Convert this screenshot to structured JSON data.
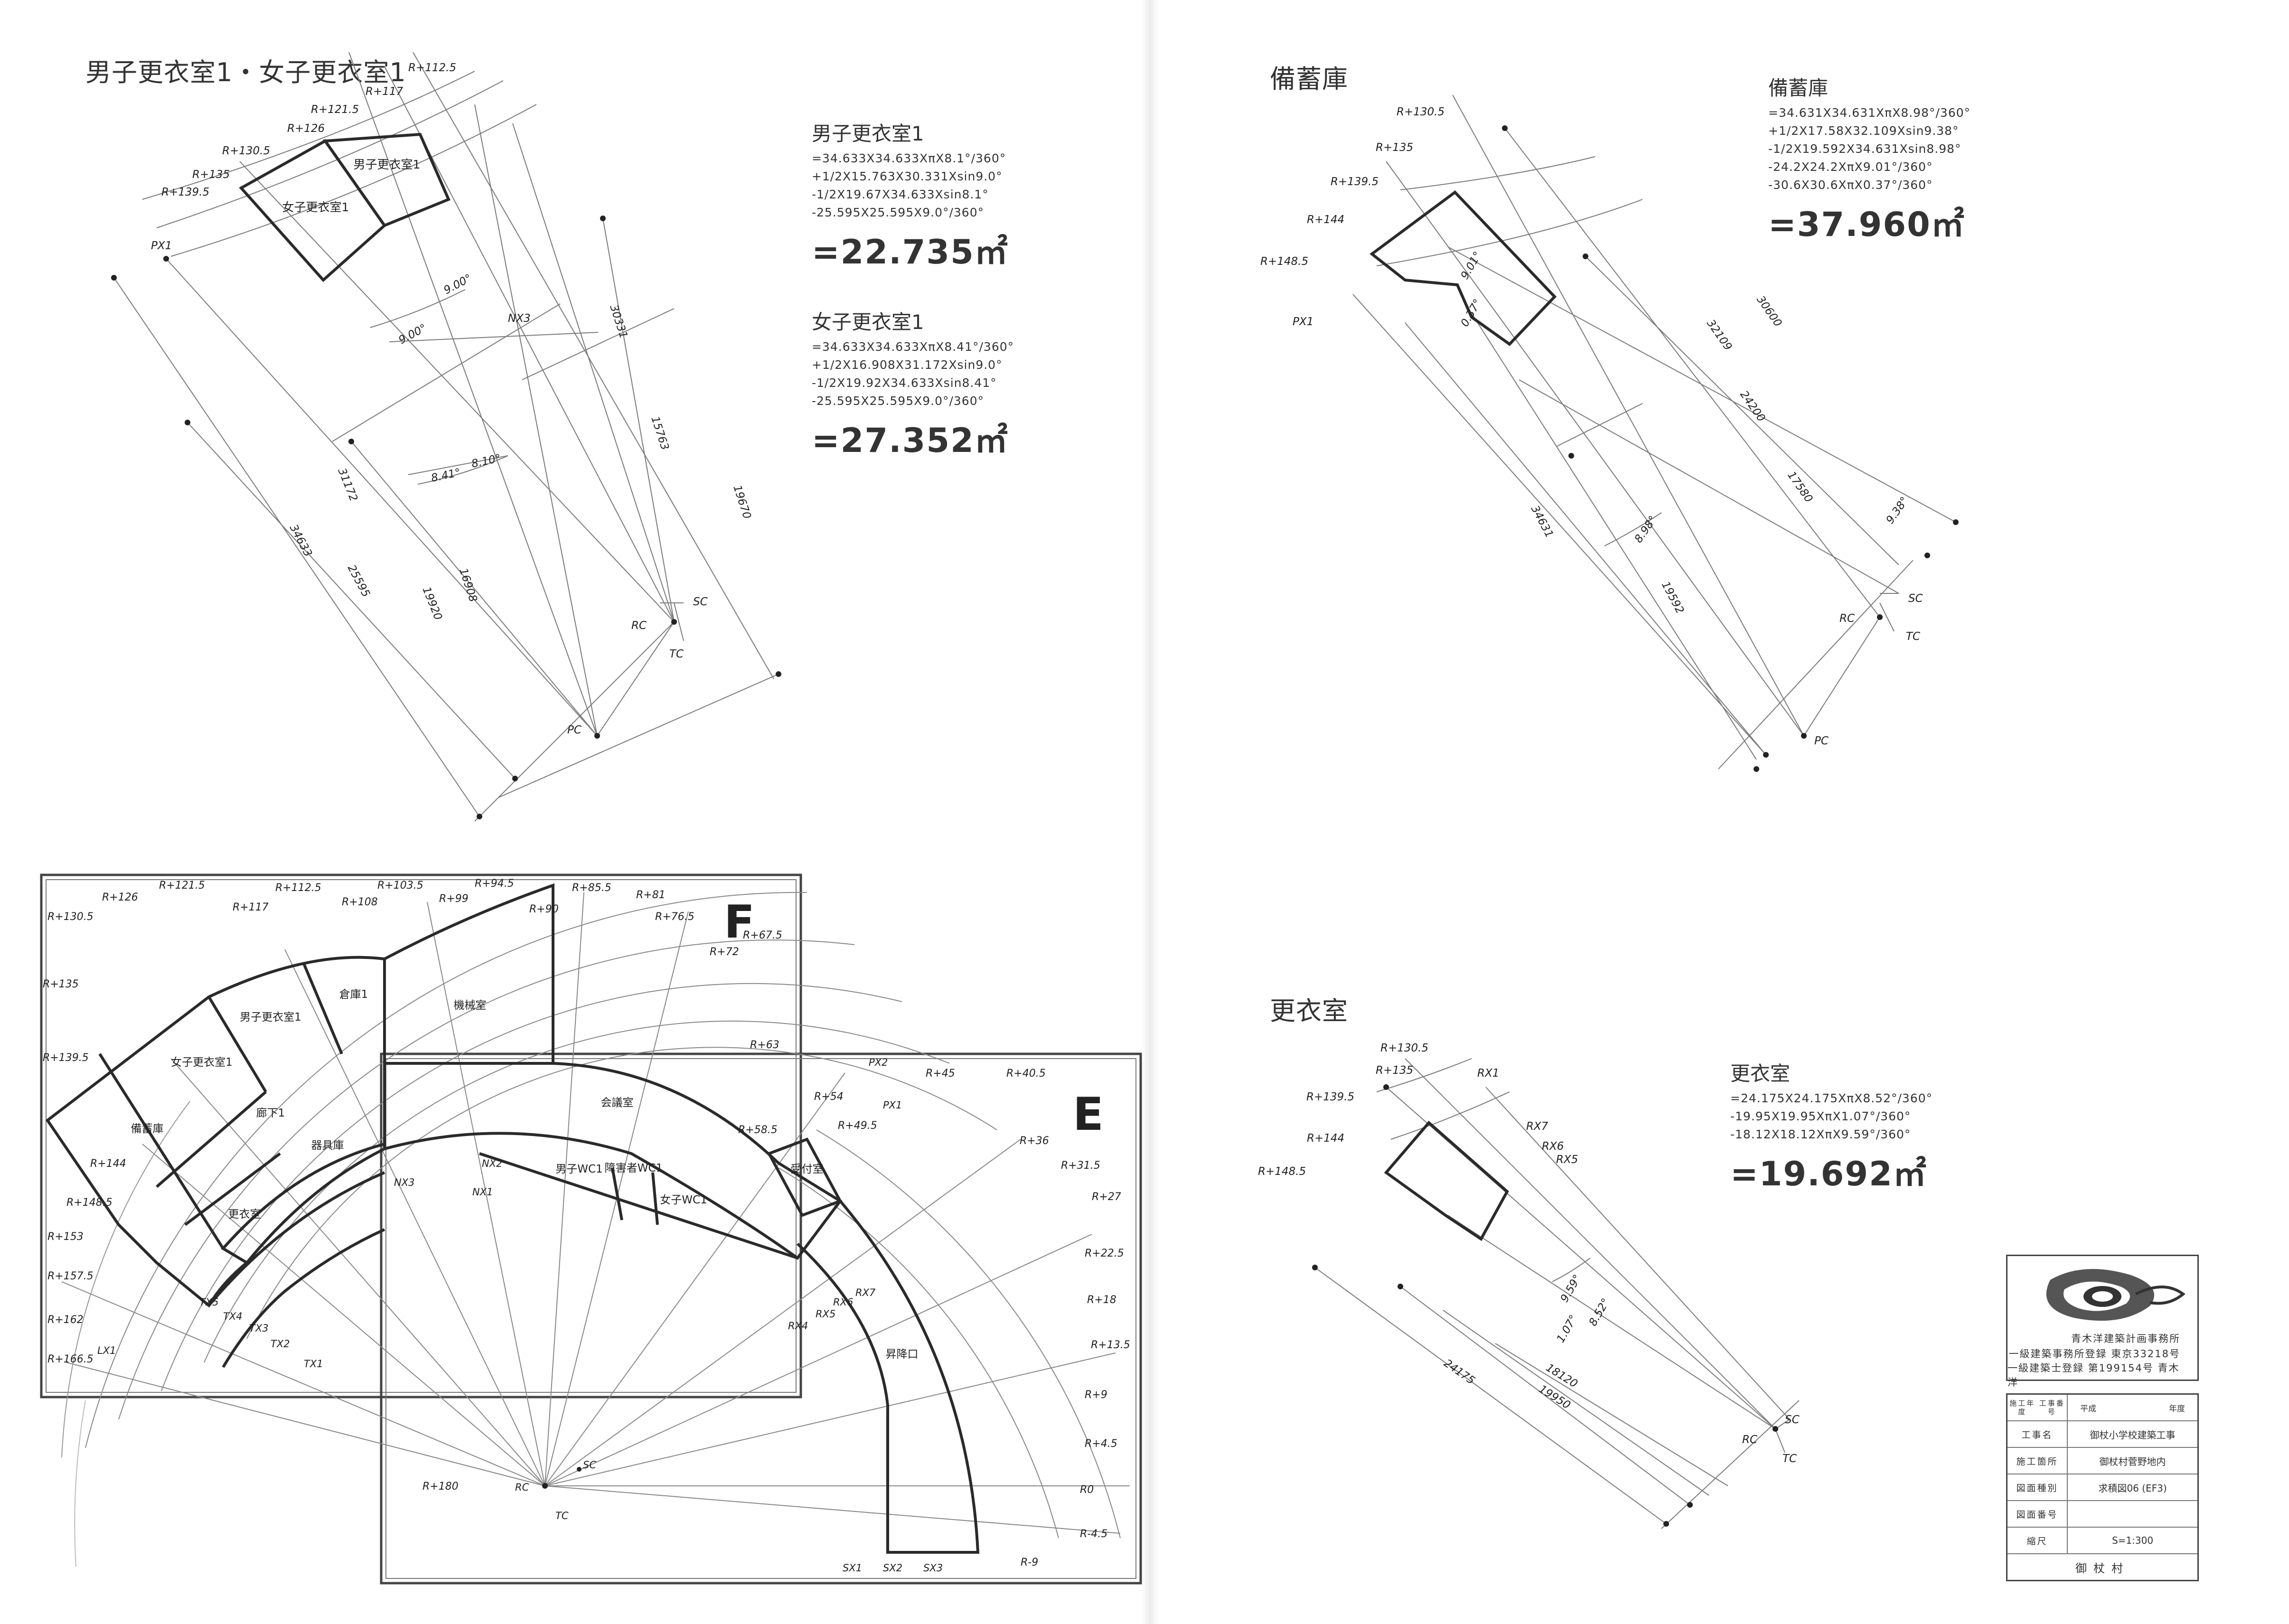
{
  "titles": {
    "locker12": "男子更衣室1・女子更衣室1",
    "storage": "備蓄庫",
    "changing": "更衣室"
  },
  "calc": {
    "male": {
      "name": "男子更衣室1",
      "lines": [
        "=34.633X34.633XπX8.1°/360°",
        "+1/2X15.763X30.331Xsin9.0°",
        "-1/2X19.67X34.633Xsin8.1°",
        "-25.595X25.595X9.0°/360°"
      ],
      "result": "=22.735㎡"
    },
    "female": {
      "name": "女子更衣室1",
      "lines": [
        "=34.633X34.633XπX8.41°/360°",
        "+1/2X16.908X31.172Xsin9.0°",
        "-1/2X19.92X34.633Xsin8.41°",
        "-25.595X25.595X9.0°/360°"
      ],
      "result": "=27.352㎡"
    },
    "storage": {
      "name": "備蓄庫",
      "lines": [
        "=34.631X34.631XπX8.98°/360°",
        "+1/2X17.58X32.109Xsin9.38°",
        "-1/2X19.592X34.631Xsin8.98°",
        "-24.2X24.2XπX9.01°/360°",
        "-30.6X30.6XπX0.37°/360°"
      ],
      "result": "=37.960㎡"
    },
    "changing": {
      "name": "更衣室",
      "lines": [
        "=24.175X24.175XπX8.52°/360°",
        "-19.95X19.95XπX1.07°/360°",
        "-18.12X18.12XπX9.59°/360°"
      ],
      "result": "=19.692㎡"
    }
  },
  "diagram1": {
    "radii": [
      "R+112.5",
      "R+117",
      "R+121.5",
      "R+126",
      "R+130.5",
      "R+135",
      "R+139.5"
    ],
    "rooms": [
      "男子更衣室1",
      "女子更衣室1"
    ],
    "points": [
      "PX1",
      "NX3",
      "SC",
      "RC",
      "TC",
      "PC"
    ],
    "angles": [
      "9.00°",
      "9.00°",
      "8.41°",
      "8.10°"
    ],
    "dims": [
      "30331",
      "15763",
      "19670",
      "31172",
      "34633",
      "25595",
      "19920",
      "16908"
    ]
  },
  "diagram2": {
    "radii": [
      "R+130.5",
      "R+135",
      "R+139.5",
      "R+144",
      "R+148.5"
    ],
    "points": [
      "PX1",
      "SC",
      "RC",
      "TC",
      "PC"
    ],
    "angles": [
      "9.01°",
      "0.37°",
      "8.98°",
      "9.38°"
    ],
    "dims": [
      "30600",
      "32109",
      "24200",
      "17580",
      "34631",
      "19592"
    ]
  },
  "diagram3": {
    "radii": [
      "R+130.5",
      "R+135",
      "R+139.5",
      "R+144",
      "R+148.5"
    ],
    "points": [
      "RX1",
      "RX7",
      "RX6",
      "RX5",
      "SC",
      "RC",
      "TC"
    ],
    "angles": [
      "9.59°",
      "8.52°",
      "1.07°"
    ],
    "dims": [
      "18120",
      "19950",
      "24175"
    ]
  },
  "plan": {
    "zone_f": "F",
    "zone_e": "E",
    "radii_top": [
      "R+121.5",
      "R+126",
      "R+130.5",
      "R+117",
      "R+112.5",
      "R+108",
      "R+103.5",
      "R+99",
      "R+94.5",
      "R+90",
      "R+85.5",
      "R+81",
      "R+76.5",
      "R+72",
      "R+67.5",
      "R+63",
      "R+58.5",
      "R+54",
      "R+49.5",
      "R+45",
      "R+40.5",
      "R+36",
      "R+31.5",
      "R+27",
      "R+22.5",
      "R+18",
      "R+13.5",
      "R+9",
      "R+4.5",
      "R0",
      "R-4.5",
      "R-9"
    ],
    "radii_left": [
      "R+135",
      "R+139.5",
      "R+144",
      "R+148.5",
      "R+153",
      "R+157.5",
      "R+162",
      "R+166.5"
    ],
    "rooms": [
      "男子更衣室1",
      "倉庫1",
      "機械室",
      "女子更衣室1",
      "廊下1",
      "会議室",
      "備蓄庫",
      "器具庫",
      "男子WC1",
      "障害者WC1",
      "女子WC1",
      "受付室",
      "更衣室",
      "昇降口"
    ],
    "points": [
      "PX2",
      "PX1",
      "NX2",
      "NX1",
      "NX3",
      "RX7",
      "RX6",
      "RX5",
      "RX4",
      "TX5",
      "TX4",
      "TX3",
      "TX2",
      "TX1",
      "LX1",
      "SX1",
      "SX2",
      "SX3",
      "SC",
      "RC",
      "TC"
    ],
    "r180": "R+180"
  },
  "titleblock": {
    "logo_lines": [
      "青木洋建築計画事務所",
      "一級建築事務所登録 東京33218号",
      "一級建築士登録 第199154号 青木洋"
    ],
    "year_label_1": "施工年度",
    "year_label_2": "工事番号",
    "year_value_1": "平成",
    "year_value_2": "年度",
    "rows": [
      {
        "k": "工事名",
        "v": "御杖小学校建築工事"
      },
      {
        "k": "施工箇所",
        "v": "御杖村菅野地内"
      },
      {
        "k": "図面種別",
        "v": "求積図06 (EF3)"
      },
      {
        "k": "図面番号",
        "v": ""
      },
      {
        "k": "縮尺",
        "v": "S=1:300"
      }
    ],
    "footer": "御杖村"
  },
  "colors": {
    "line": "#2a2a2a",
    "thin": "#7a7a7a",
    "text": "#333333"
  }
}
